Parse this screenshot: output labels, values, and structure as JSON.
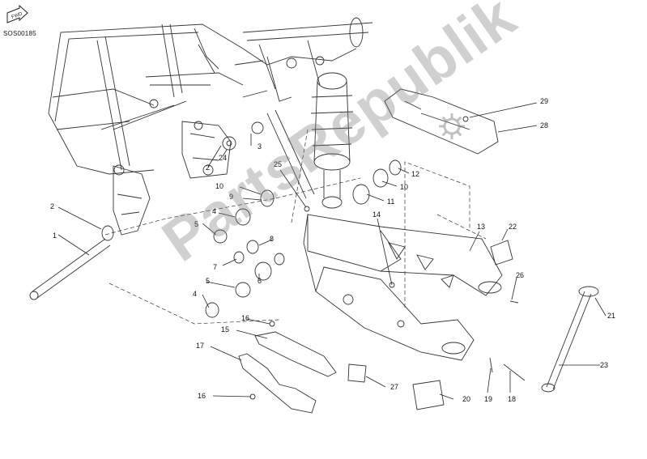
{
  "code": "SOS00185",
  "fwd_label": "FWD",
  "watermark": "PartsRepublik",
  "part_labels": [
    {
      "id": "p1",
      "num": "1"
    },
    {
      "id": "p2a",
      "num": "2"
    },
    {
      "id": "p2b",
      "num": "2"
    },
    {
      "id": "p3",
      "num": "3"
    },
    {
      "id": "p4a",
      "num": "4"
    },
    {
      "id": "p4b",
      "num": "4"
    },
    {
      "id": "p5a",
      "num": "5"
    },
    {
      "id": "p5b",
      "num": "5"
    },
    {
      "id": "p6",
      "num": "6"
    },
    {
      "id": "p7",
      "num": "7"
    },
    {
      "id": "p8",
      "num": "8"
    },
    {
      "id": "p9",
      "num": "9"
    },
    {
      "id": "p10a",
      "num": "10"
    },
    {
      "id": "p10b",
      "num": "10"
    },
    {
      "id": "p11",
      "num": "11"
    },
    {
      "id": "p12",
      "num": "12"
    },
    {
      "id": "p13",
      "num": "13"
    },
    {
      "id": "p14",
      "num": "14"
    },
    {
      "id": "p15",
      "num": "15"
    },
    {
      "id": "p16a",
      "num": "16"
    },
    {
      "id": "p16b",
      "num": "16"
    },
    {
      "id": "p17",
      "num": "17"
    },
    {
      "id": "p18",
      "num": "18"
    },
    {
      "id": "p19",
      "num": "19"
    },
    {
      "id": "p20",
      "num": "20"
    },
    {
      "id": "p21",
      "num": "21"
    },
    {
      "id": "p22",
      "num": "22"
    },
    {
      "id": "p23",
      "num": "23"
    },
    {
      "id": "p24",
      "num": "24"
    },
    {
      "id": "p25",
      "num": "25"
    },
    {
      "id": "p26",
      "num": "26"
    },
    {
      "id": "p27",
      "num": "27"
    },
    {
      "id": "p28",
      "num": "28"
    },
    {
      "id": "p29",
      "num": "29"
    }
  ]
}
